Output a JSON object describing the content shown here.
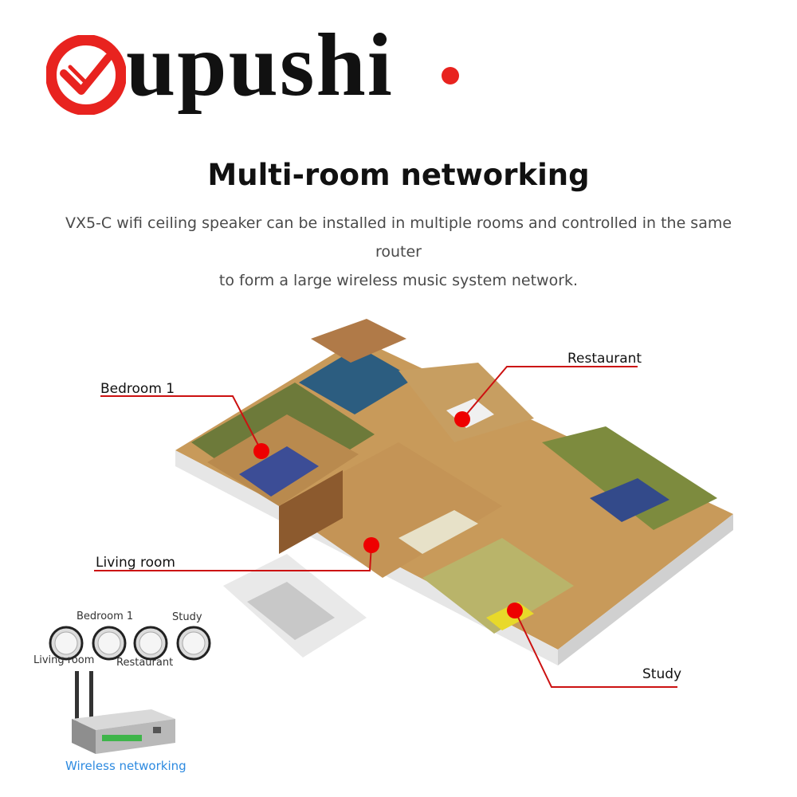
{
  "brand": {
    "name": "upushi",
    "accent_color": "#e8231f"
  },
  "headline": "Multi-room networking",
  "description": {
    "line1": "VX5-C wifi ceiling speaker can be installed in multiple rooms and controlled in the same router",
    "line2": "to form a large wireless music system network."
  },
  "rooms": {
    "bedroom": "Bedroom 1",
    "restaurant": "Restaurant",
    "living": "Living room",
    "study": "Study"
  },
  "product": {
    "speaker_labels": {
      "bedroom": "Bedroom 1",
      "study": "Study",
      "living": "Living room",
      "restaurant": "Restaurant"
    },
    "caption": "Wireless networking"
  },
  "icons": [
    "logo-mark-icon",
    "ceiling-speaker-icon",
    "router-icon",
    "room-marker-icon"
  ]
}
